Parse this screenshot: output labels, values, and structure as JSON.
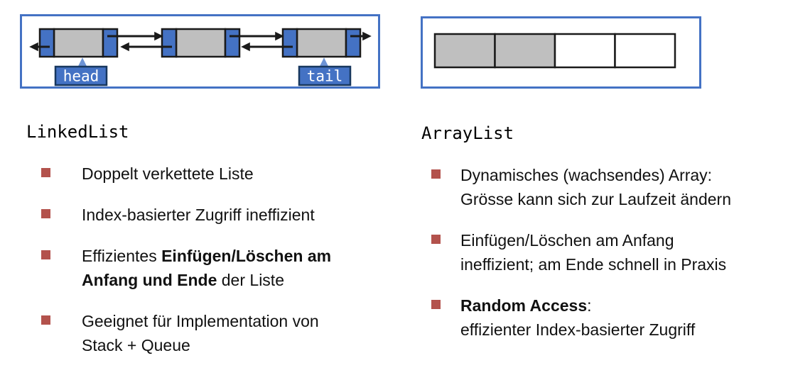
{
  "slide": {
    "kind": "lecture-slide",
    "language": "de"
  },
  "colors": {
    "accent_blue": "#4472C4",
    "pointer_arrow_blue": "#6E94D6",
    "label_border_blue": "#17375E",
    "cell_gray": "#BFBFBF",
    "diagram_line_black": "#1A1A1A",
    "bullet_red": "#B3524C",
    "text": "#111111",
    "background": "#FFFFFF"
  },
  "left": {
    "title": "LinkedList",
    "diagram": {
      "type": "doubly-linked-list",
      "node_count": 3,
      "head_label": "head",
      "tail_label": "tail"
    },
    "bullets": [
      {
        "lines": [
          [
            {
              "t": "Doppelt verkettete Liste"
            }
          ]
        ]
      },
      {
        "lines": [
          [
            {
              "t": "Index-basierter Zugriff ineffizient"
            }
          ]
        ]
      },
      {
        "lines": [
          [
            {
              "t": "Effizientes "
            },
            {
              "t": "Einfügen/Löschen am",
              "b": true
            }
          ],
          [
            {
              "t": "Anfang und Ende",
              "b": true
            },
            {
              "t": " der Liste"
            }
          ]
        ]
      },
      {
        "lines": [
          [
            {
              "t": "Geeignet für Implementation von"
            }
          ],
          [
            {
              "t": "Stack + Queue"
            }
          ]
        ]
      }
    ]
  },
  "right": {
    "title": "ArrayList",
    "diagram": {
      "type": "array",
      "cells": [
        "filled",
        "filled",
        "empty",
        "empty"
      ]
    },
    "bullets": [
      {
        "lines": [
          [
            {
              "t": "Dynamisches (wachsendes) Array:"
            }
          ],
          [
            {
              "t": "Grösse kann sich zur Laufzeit ändern"
            }
          ]
        ]
      },
      {
        "lines": [
          [
            {
              "t": "Einfügen/Löschen am Anfang"
            }
          ],
          [
            {
              "t": "ineffizient; am Ende schnell in Praxis"
            }
          ]
        ]
      },
      {
        "lines": [
          [
            {
              "t": "Random Access",
              "b": true
            },
            {
              "t": ":"
            }
          ],
          [
            {
              "t": "effizienter Index-basierter Zugriff"
            }
          ]
        ]
      }
    ]
  }
}
